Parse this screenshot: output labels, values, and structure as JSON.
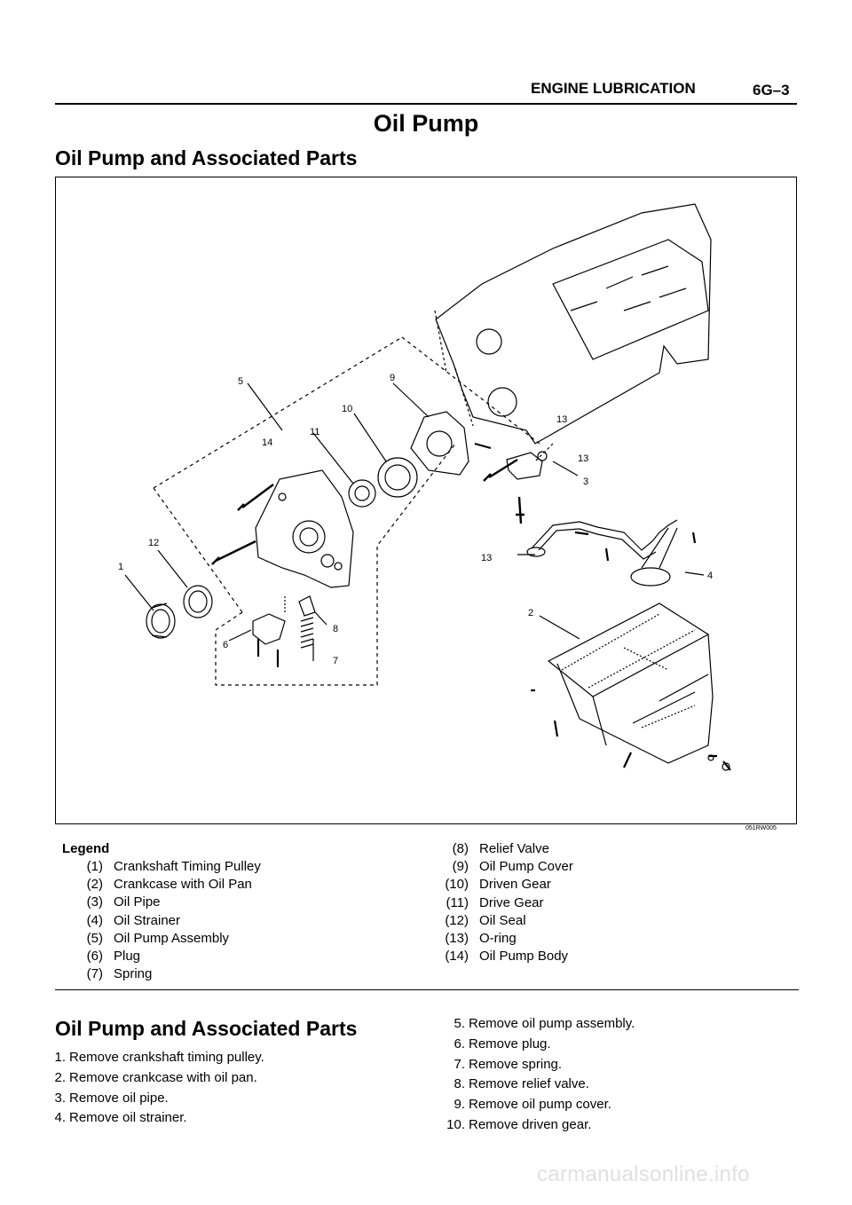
{
  "header": {
    "section": "ENGINE LUBRICATION",
    "page": "6G–3"
  },
  "title": "Oil Pump",
  "subtitle": "Oil Pump and Associated Parts",
  "figure": {
    "code": "051RW005",
    "callouts": [
      "1",
      "2",
      "3",
      "4",
      "5",
      "6",
      "7",
      "8",
      "9",
      "10",
      "11",
      "12",
      "13",
      "13",
      "13",
      "14"
    ]
  },
  "legend": {
    "title": "Legend",
    "left": [
      {
        "num": "(1)",
        "label": "Crankshaft Timing Pulley"
      },
      {
        "num": "(2)",
        "label": "Crankcase with Oil Pan"
      },
      {
        "num": "(3)",
        "label": "Oil Pipe"
      },
      {
        "num": "(4)",
        "label": "Oil Strainer"
      },
      {
        "num": "(5)",
        "label": "Oil Pump Assembly"
      },
      {
        "num": "(6)",
        "label": "Plug"
      },
      {
        "num": "(7)",
        "label": "Spring"
      }
    ],
    "right": [
      {
        "num": "(8)",
        "label": "Relief Valve"
      },
      {
        "num": "(9)",
        "label": "Oil Pump Cover"
      },
      {
        "num": "(10)",
        "label": "Driven Gear"
      },
      {
        "num": "(11)",
        "label": "Drive Gear"
      },
      {
        "num": "(12)",
        "label": "Oil Seal"
      },
      {
        "num": "(13)",
        "label": "O-ring"
      },
      {
        "num": "(14)",
        "label": "Oil Pump Body"
      }
    ]
  },
  "procedure": {
    "title": "Oil Pump and Associated Parts",
    "steps_left": [
      {
        "num": "1.",
        "text": "Remove crankshaft timing pulley."
      },
      {
        "num": "2.",
        "text": "Remove crankcase with oil pan."
      },
      {
        "num": "3.",
        "text": "Remove oil pipe."
      },
      {
        "num": "4.",
        "text": "Remove oil strainer."
      }
    ],
    "steps_right": [
      {
        "num": "5.",
        "text": "Remove oil pump assembly."
      },
      {
        "num": "6.",
        "text": "Remove plug."
      },
      {
        "num": "7.",
        "text": "Remove spring."
      },
      {
        "num": "8.",
        "text": "Remove relief valve."
      },
      {
        "num": "9.",
        "text": "Remove oil pump cover."
      },
      {
        "num": "10.",
        "text": "Remove driven gear."
      }
    ]
  },
  "watermark": "carmanualsonline.info"
}
